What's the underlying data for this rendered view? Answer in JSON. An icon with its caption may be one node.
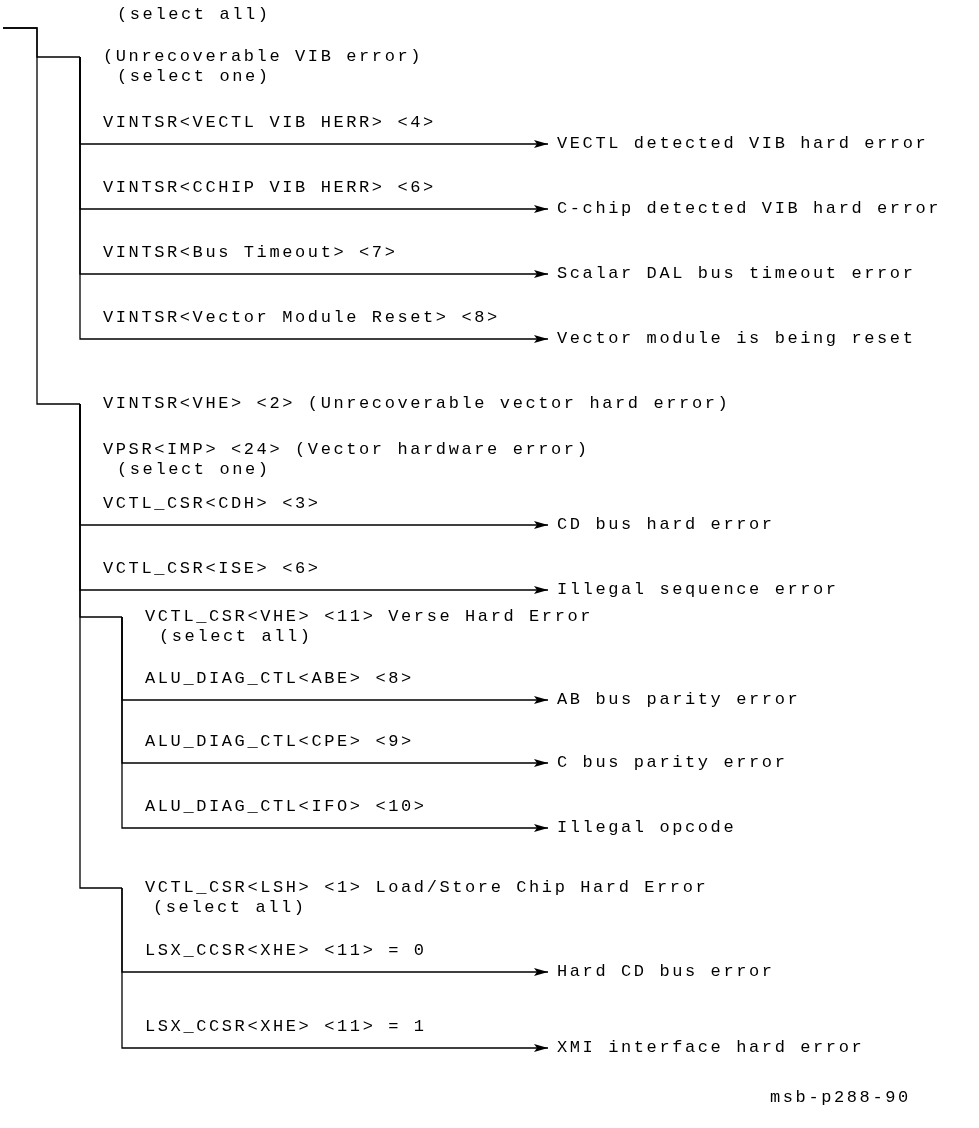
{
  "diagram": {
    "nodes": [
      {
        "text": [
          "(Unrecoverable VIB error)",
          "(select one)"
        ]
      },
      {
        "text": [
          "VECTL detected VIB hard error"
        ]
      },
      {
        "text": [
          "C-chip detected VIB hard error"
        ]
      },
      {
        "text": [
          "Scalar DAL bus timeout error"
        ]
      },
      {
        "text": [
          "Vector module is being reset"
        ]
      },
      {
        "text": [
          "VINTSR<VHE> <2> (Unrecoverable vector hard error)",
          "VPSR<IMP> <24> (Vector hardware error)",
          "(select one)"
        ]
      },
      {
        "text": [
          "CD bus hard error"
        ]
      },
      {
        "text": [
          "Illegal sequence error"
        ]
      },
      {
        "text": [
          "VCTL_CSR<VHE> <11> Verse Hard Error",
          "(select all)"
        ]
      },
      {
        "text": [
          "AB bus parity error"
        ]
      },
      {
        "text": [
          "C bus parity error"
        ]
      },
      {
        "text": [
          "Illegal opcode"
        ]
      },
      {
        "text": [
          "VCTL_CSR<LSH> <1> Load/Store Chip Hard Error",
          "(select all)"
        ]
      },
      {
        "text": [
          "Hard CD bus error"
        ]
      },
      {
        "text": [
          "XMI interface hard error"
        ]
      }
    ],
    "edges": [
      {
        "from": null,
        "to": 0,
        "arrow": "none"
      },
      {
        "from": 0,
        "to": 1,
        "arrow": "to",
        "label": "VINTSR<VECTL VIB HERR> <4>"
      },
      {
        "from": 0,
        "to": 2,
        "arrow": "to",
        "label": "VINTSR<CCHIP VIB HERR> <6>"
      },
      {
        "from": 0,
        "to": 3,
        "arrow": "to",
        "label": "VINTSR<Bus Timeout> <7>"
      },
      {
        "from": 0,
        "to": 4,
        "arrow": "to",
        "label": "VINTSR<Vector Module Reset> <8>"
      },
      {
        "from": null,
        "to": 5,
        "arrow": "none"
      },
      {
        "from": 5,
        "to": 6,
        "arrow": "to",
        "label": "VCTL_CSR<CDH> <3>"
      },
      {
        "from": 5,
        "to": 7,
        "arrow": "to",
        "label": "VCTL_CSR<ISE> <6>"
      },
      {
        "from": 5,
        "to": 8,
        "arrow": "none"
      },
      {
        "from": 8,
        "to": 9,
        "arrow": "to",
        "label": "ALU_DIAG_CTL<ABE> <8>"
      },
      {
        "from": 8,
        "to": 10,
        "arrow": "to",
        "label": "ALU_DIAG_CTL<CPE> <9>"
      },
      {
        "from": 8,
        "to": 11,
        "arrow": "to",
        "label": "ALU_DIAG_CTL<IFO> <10>"
      },
      {
        "from": 5,
        "to": 12,
        "arrow": "none"
      },
      {
        "from": 12,
        "to": 13,
        "arrow": "to",
        "label": "LSX_CCSR<XHE> <11> = 0"
      },
      {
        "from": 12,
        "to": 14,
        "arrow": "to",
        "label": "LSX_CCSR<XHE> <11> = 1"
      }
    ],
    "labels": [
      "(select all)",
      "msb-p288-90"
    ]
  }
}
